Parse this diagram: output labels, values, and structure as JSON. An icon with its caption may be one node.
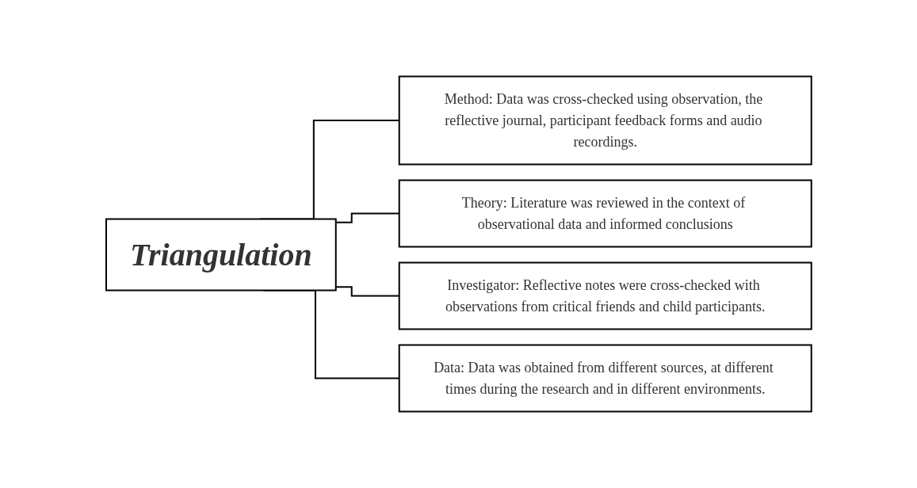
{
  "diagram": {
    "nodes": [
      {
        "text": [
          "Triangulation"
        ]
      },
      {
        "text": [
          "Method: Data was cross-checked using observation, the reflective journal, participant feedback forms and audio recordings."
        ]
      },
      {
        "text": [
          "Theory: Literature was reviewed in the context of observational data and informed conclusions"
        ]
      },
      {
        "text": [
          "Investigator: Reflective notes were cross-checked with observations from critical friends and child participants."
        ]
      },
      {
        "text": [
          "Data: Data was obtained from different sources, at different times during the research and in different environments."
        ]
      }
    ],
    "edges": [
      {
        "from": 0,
        "to": 1,
        "arrow": "none"
      },
      {
        "from": 0,
        "to": 2,
        "arrow": "none"
      },
      {
        "from": 0,
        "to": 3,
        "arrow": "none"
      },
      {
        "from": 0,
        "to": 4,
        "arrow": "none"
      }
    ]
  }
}
